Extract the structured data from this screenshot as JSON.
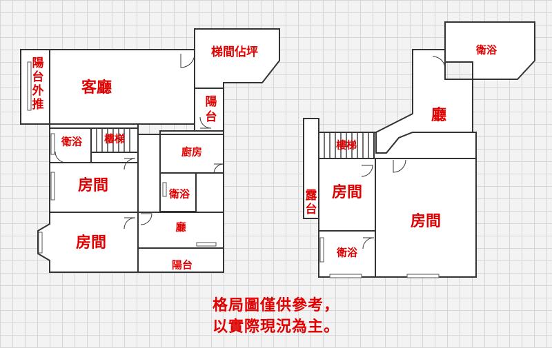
{
  "left_plan": {
    "rooms": [
      {
        "id": "balcony-push-out",
        "label": "陽\n台\n外\n推"
      },
      {
        "id": "living-room",
        "label": "客廳"
      },
      {
        "id": "stair-area",
        "label": "梯間佔坪"
      },
      {
        "id": "balcony-small",
        "label": "陽\n台"
      },
      {
        "id": "bathroom-1",
        "label": "衛浴"
      },
      {
        "id": "stairs",
        "label": "樓梯"
      },
      {
        "id": "kitchen",
        "label": "廚房"
      },
      {
        "id": "bedroom-1",
        "label": "房間"
      },
      {
        "id": "bathroom-2",
        "label": "衛浴"
      },
      {
        "id": "hall",
        "label": "廳"
      },
      {
        "id": "bedroom-2",
        "label": "房間"
      },
      {
        "id": "balcony-bottom",
        "label": "陽台"
      }
    ]
  },
  "right_plan": {
    "rooms": [
      {
        "id": "bathroom-top",
        "label": "衛浴"
      },
      {
        "id": "hall",
        "label": "廳"
      },
      {
        "id": "stairs",
        "label": "樓梯"
      },
      {
        "id": "terrace",
        "label": "露\n台"
      },
      {
        "id": "bedroom-1",
        "label": "房間"
      },
      {
        "id": "bedroom-2",
        "label": "房間"
      },
      {
        "id": "bathroom-bottom",
        "label": "衛浴"
      }
    ]
  },
  "note": {
    "line1": "格局圖僅供參考，",
    "line2": "以實際現況為主。"
  },
  "colors": {
    "label": "#e00000",
    "wall": "#333333",
    "grid": "#d6d6d6",
    "background": "#f3f3f3"
  }
}
